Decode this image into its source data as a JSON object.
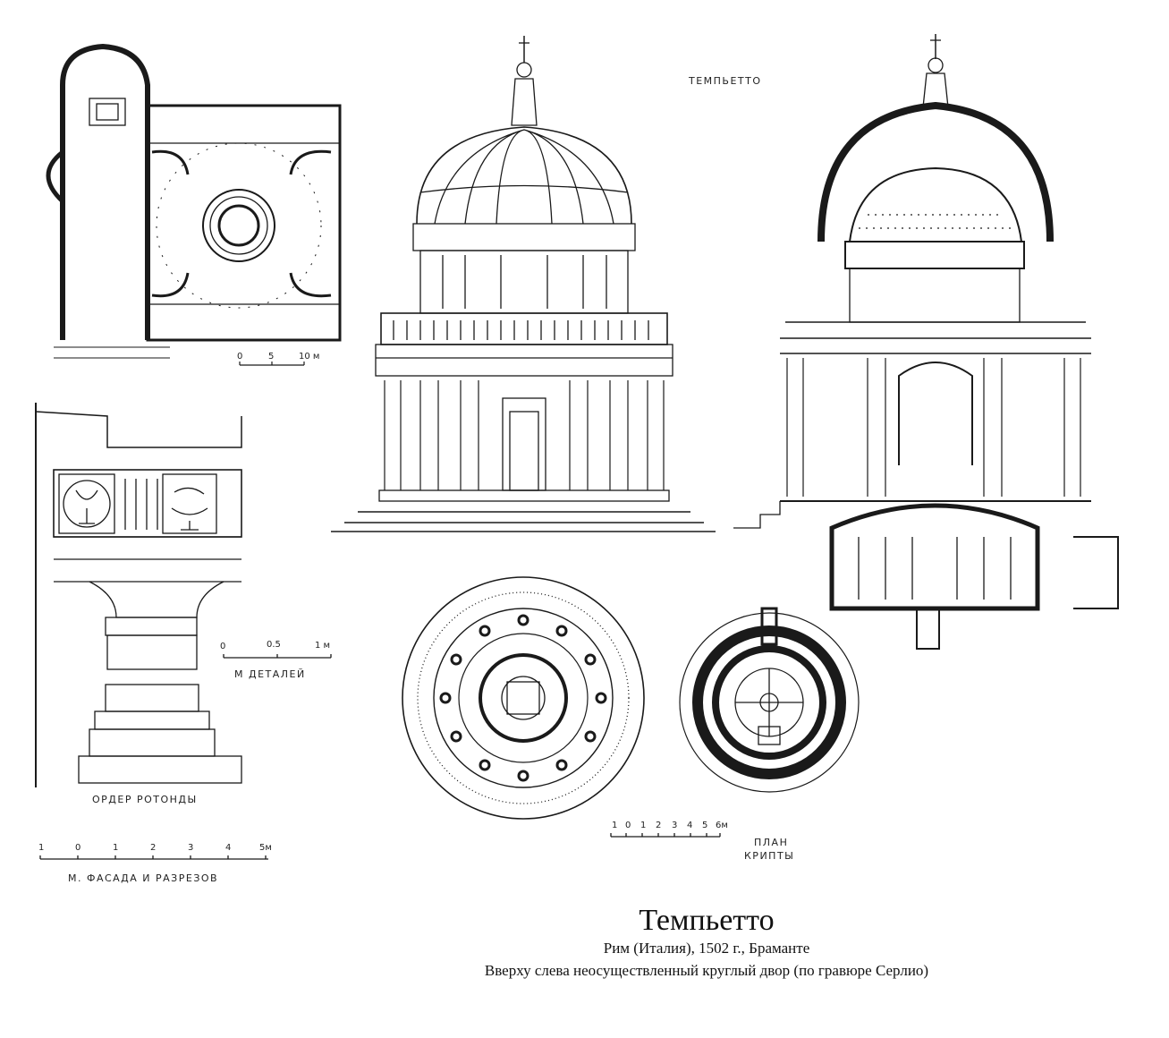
{
  "labels": {
    "top_title": "ТЕМПЬЕТТО",
    "order": "ОРДЕР РОТОНДЫ",
    "details_scale": "М ДЕТАЛЕЙ",
    "facade_scale": "М. ФАСАДА И РАЗРЕЗОВ",
    "crypt_plan_line1": "ПЛАН",
    "crypt_plan_line2": "КРИПТЫ"
  },
  "scales": {
    "courtyard": [
      "0",
      "5",
      "10 м"
    ],
    "details": [
      "0",
      "0.5",
      "1 м"
    ],
    "facade": [
      "1",
      "0",
      "1",
      "2",
      "3",
      "4",
      "5м"
    ],
    "crypt": [
      "1",
      "0",
      "1",
      "2",
      "3",
      "4",
      "5",
      "6м"
    ]
  },
  "caption": {
    "title": "Темпьетто",
    "subtitle": "Рим (Италия), 1502 г., Браманте",
    "note": "Вверху слева неосуществленный круглый двор (по гравюре Серлио)"
  },
  "colors": {
    "ink": "#1a1a1a",
    "paper": "#ffffff"
  }
}
